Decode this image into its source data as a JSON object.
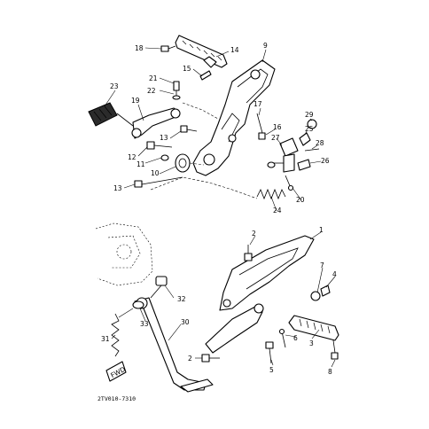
{
  "diagram": {
    "drawing_code": "2TV010-7310",
    "fwd_badge": "FWD",
    "callouts": [
      {
        "id": "c1",
        "text": "1"
      },
      {
        "id": "c2a",
        "text": "2"
      },
      {
        "id": "c2b",
        "text": "2"
      },
      {
        "id": "c3",
        "text": "3"
      },
      {
        "id": "c4",
        "text": "4"
      },
      {
        "id": "c5",
        "text": "5"
      },
      {
        "id": "c6",
        "text": "6"
      },
      {
        "id": "c7",
        "text": "7"
      },
      {
        "id": "c8",
        "text": "8"
      },
      {
        "id": "c9",
        "text": "9"
      },
      {
        "id": "c10",
        "text": "10"
      },
      {
        "id": "c11",
        "text": "11"
      },
      {
        "id": "c12",
        "text": "12"
      },
      {
        "id": "c13a",
        "text": "13"
      },
      {
        "id": "c13b",
        "text": "13"
      },
      {
        "id": "c14",
        "text": "14"
      },
      {
        "id": "c15",
        "text": "15"
      },
      {
        "id": "c16",
        "text": "16"
      },
      {
        "id": "c17",
        "text": "17"
      },
      {
        "id": "c18",
        "text": "18"
      },
      {
        "id": "c19",
        "text": "19"
      },
      {
        "id": "c20",
        "text": "20"
      },
      {
        "id": "c21",
        "text": "21"
      },
      {
        "id": "c22",
        "text": "22"
      },
      {
        "id": "c23",
        "text": "23"
      },
      {
        "id": "c24",
        "text": "24"
      },
      {
        "id": "c25",
        "text": "25"
      },
      {
        "id": "c26",
        "text": "26"
      },
      {
        "id": "c27",
        "text": "27"
      },
      {
        "id": "c28",
        "text": "28"
      },
      {
        "id": "c29",
        "text": "29"
      },
      {
        "id": "c30",
        "text": "30"
      },
      {
        "id": "c31",
        "text": "31"
      },
      {
        "id": "c32",
        "text": "32"
      },
      {
        "id": "c33",
        "text": "33"
      }
    ]
  }
}
